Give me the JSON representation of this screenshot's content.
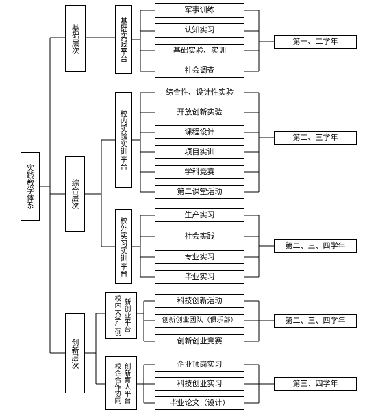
{
  "root": "实践教学体系",
  "levels": {
    "basic": "基础层次",
    "comprehensive": "综合层次",
    "innovation": "创新层次"
  },
  "platforms": {
    "basic_practice": "基础实践平台",
    "campus_experiment": "校内实验实训平台",
    "offcampus_training": "校外实习实训平台",
    "campus_innovation_col1": "校内大学生创",
    "campus_innovation_col2": "新创业平台",
    "enterprise_col1": "校企合作协同",
    "enterprise_col2": "创新育人平台"
  },
  "items": {
    "basic": [
      "军事训练",
      "认知实习",
      "基础实验、实训",
      "社会调查"
    ],
    "campus_experiment": [
      "综合性、设计性实验",
      "开放创新实验",
      "课程设计",
      "项目实训",
      "学科竞赛",
      "第二课堂活动"
    ],
    "offcampus": [
      "生产实习",
      "社会实践",
      "专业实习",
      "毕业实习"
    ],
    "campus_innovation": [
      "科技创新活动",
      "创新创业团队（俱乐部）",
      "创新创业竞赛"
    ],
    "enterprise": [
      "企业顶岗实习",
      "科技创业实习",
      "毕业论文（设计）"
    ]
  },
  "years": {
    "basic": "第一、二学年",
    "campus_experiment": "第二、三学年",
    "offcampus": "第二、三、四学年",
    "campus_innovation": "第二、三、四学年",
    "enterprise": "第三、四学年"
  }
}
